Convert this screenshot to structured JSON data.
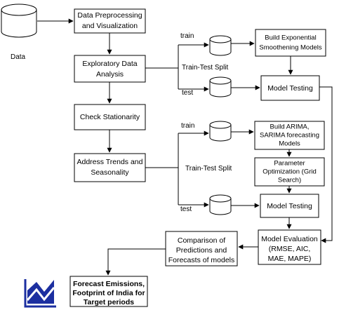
{
  "nodes": {
    "data": [
      "Data"
    ],
    "preprocess": [
      "Data Preprocessing",
      "and Visualization"
    ],
    "eda": [
      "Exploratory Data",
      "Analysis"
    ],
    "stationarity": [
      "Check Stationarity"
    ],
    "trends": [
      "Address Trends and",
      "Seasonality"
    ],
    "build_es": [
      "Build Exponential",
      "Smoothening Models"
    ],
    "model_testing_1": [
      "Model Testing"
    ],
    "build_arima": [
      "Build ARIMA,",
      "SARIMA forecasting",
      "Models"
    ],
    "param_opt": [
      "Parameter",
      "Optimization (Grid",
      "Search)"
    ],
    "model_testing_2": [
      "Model Testing"
    ],
    "evaluation": [
      "Model Evaluation",
      "(RMSE, AIC,",
      "MAE, MAPE)"
    ],
    "comparison": [
      "Comparison of",
      "Predictions and",
      "Forecasts of models"
    ],
    "forecast": [
      "Forecast Emissions,",
      "Footprint of India for",
      "Target periods"
    ]
  },
  "edge_labels": {
    "train_1": "train",
    "test_1": "test",
    "split_1": "Train-Test Split",
    "train_2": "train",
    "test_2": "test",
    "split_2": "Train-Test Split"
  },
  "colors": {
    "line": "#000000",
    "icon_blue": "#1c2fa0"
  },
  "icons": {
    "database": "database-icon",
    "chart": "line-chart-icon"
  }
}
